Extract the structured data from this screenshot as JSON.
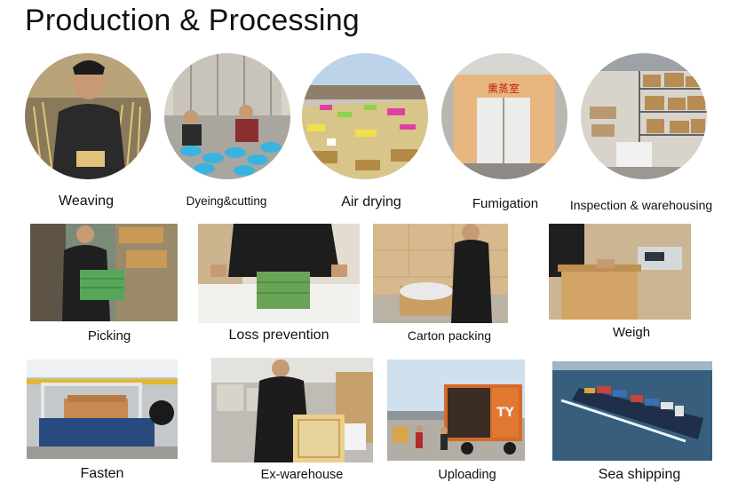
{
  "title": "Production & Processing",
  "steps": [
    {
      "label": "Weaving"
    },
    {
      "label": "Dyeing&cutting"
    },
    {
      "label": "Air drying"
    },
    {
      "label": "Fumigation"
    },
    {
      "label": "Inspection & warehousing"
    },
    {
      "label": "Picking"
    },
    {
      "label": "Loss prevention"
    },
    {
      "label": "Carton packing"
    },
    {
      "label": "Weigh"
    },
    {
      "label": "Fasten"
    },
    {
      "label": "Ex-warehouse"
    },
    {
      "label": "Uploading"
    },
    {
      "label": "Sea shipping"
    }
  ],
  "sign_text": "熏蒸室",
  "container_text": "TY"
}
